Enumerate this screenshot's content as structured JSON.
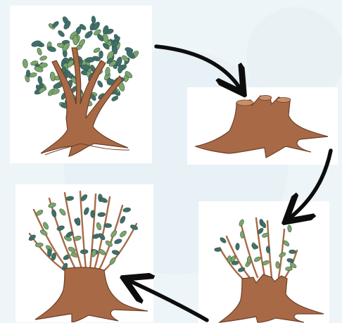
{
  "diagram": {
    "type": "tree-coppicing-cycle",
    "stages": [
      {
        "id": "mature-tree",
        "order": 1
      },
      {
        "id": "cut-stump",
        "order": 2
      },
      {
        "id": "regrowth",
        "order": 3
      },
      {
        "id": "coppiced-tree",
        "order": 4
      }
    ],
    "colors": {
      "bark": "#a86a46",
      "bark_dark": "#6e3f27",
      "leaf_green": "#7ca56a",
      "leaf_teal": "#3f6f6a",
      "arrow": "#0d0d0d",
      "background": "#eef5f8"
    }
  }
}
